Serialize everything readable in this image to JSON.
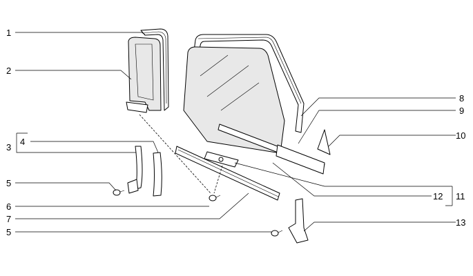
{
  "callouts": {
    "c1": "1",
    "c2": "2",
    "c3": "3",
    "c4": "4",
    "c5a": "5",
    "c6": "6",
    "c7": "7",
    "c5b": "5",
    "c8": "8",
    "c9": "9",
    "c10": "10",
    "c11": "11",
    "c12": "12",
    "c13": "13"
  }
}
